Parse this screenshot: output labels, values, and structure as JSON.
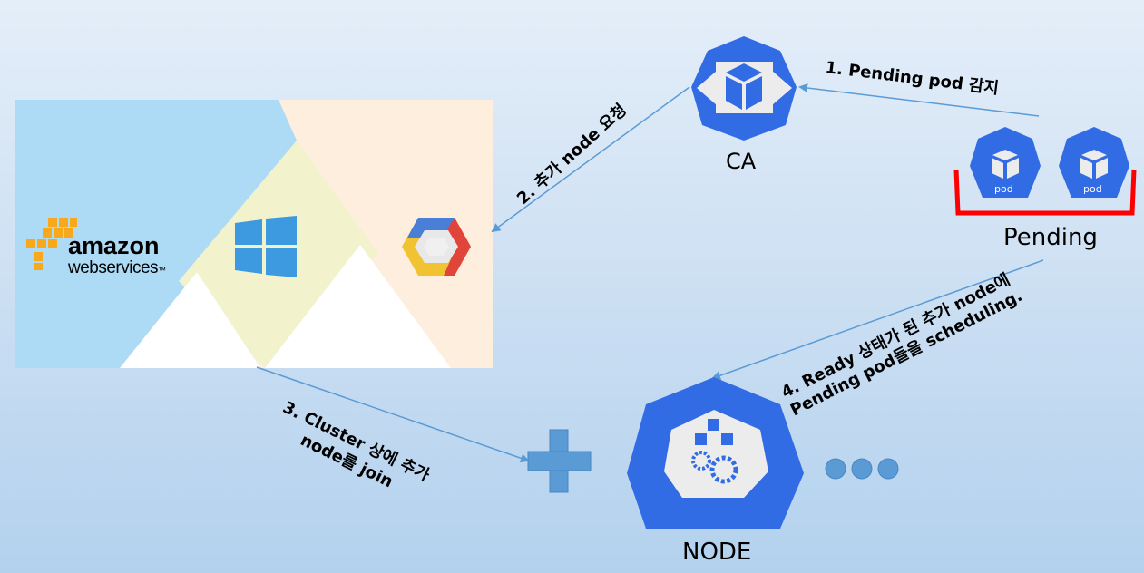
{
  "diagram": {
    "nodes": {
      "ca": {
        "label": "CA"
      },
      "pending": {
        "label": "Pending",
        "pod_label": "pod",
        "pod_count": 2
      },
      "node": {
        "label": "NODE"
      },
      "cloud_providers": {
        "aws": {
          "line1": "amazon",
          "line2": "webservices",
          "tm": "™"
        },
        "windows": {
          "name": "Windows"
        },
        "gcp": {
          "name": "Google Cloud Platform"
        }
      }
    },
    "steps": [
      {
        "id": 1,
        "text": "1. Pending pod 감지"
      },
      {
        "id": 2,
        "text": "2. 추가 node 요청"
      },
      {
        "id": 3,
        "line1": "3. Cluster 상에 추가",
        "line2": "node를 join"
      },
      {
        "id": 4,
        "line1": "4. Ready 상태가 된 추가 node에",
        "line2": "Pending pod들을 scheduling."
      }
    ],
    "colors": {
      "k8s_blue": "#326ce5",
      "arrow": "#5b9bd5",
      "pending_bracket": "#ff0000",
      "plus": "#5b9bd5"
    }
  }
}
